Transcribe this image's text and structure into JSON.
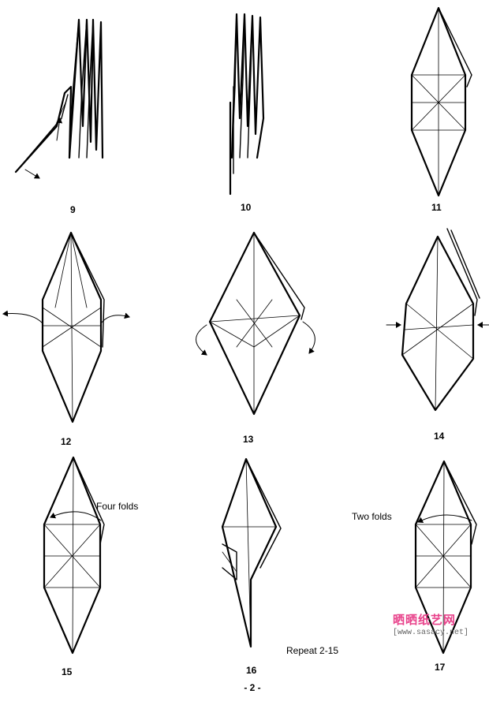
{
  "steps": [
    {
      "number": "9"
    },
    {
      "number": "10"
    },
    {
      "number": "11"
    },
    {
      "number": "12"
    },
    {
      "number": "13"
    },
    {
      "number": "14"
    },
    {
      "number": "15",
      "note": "Four folds"
    },
    {
      "number": "16",
      "note": "Repeat 2-15"
    },
    {
      "number": "17",
      "note": "Two folds"
    }
  ],
  "page_number": "- 2 -",
  "watermark": {
    "title": "晒晒纸艺网",
    "url": "[www.sasacy.net]",
    "color": "#e8418a"
  }
}
